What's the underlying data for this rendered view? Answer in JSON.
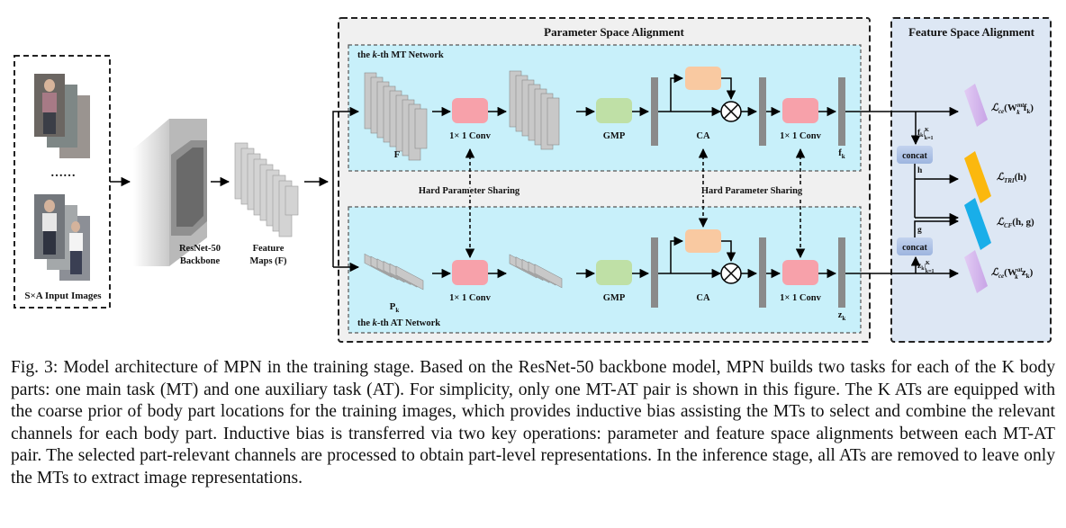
{
  "input": {
    "label": "S×A  Input Images",
    "dots": "……"
  },
  "backbone": {
    "line1": "ResNet-50",
    "line2": "Backbone"
  },
  "feature_maps": {
    "line1": "Feature",
    "line2": "Maps (F)"
  },
  "psa": {
    "title": "Parameter Space Alignment"
  },
  "fsa": {
    "title": "Feature Space Alignment"
  },
  "mt": {
    "network_prefix": "the ",
    "network_k": "k",
    "network_suffix": "-th MT Network",
    "F_label": "F",
    "conv1": "1× 1 Conv",
    "gmp": "GMP",
    "ca": "CA",
    "conv2": "1× 1 Conv",
    "out_base": "f",
    "out_sub": "k"
  },
  "at": {
    "network_prefix": "the ",
    "network_k": "k",
    "network_suffix": "-th AT Network",
    "P_base": "P",
    "P_sub": "k",
    "conv1": "1× 1 Conv",
    "gmp": "GMP",
    "ca": "CA",
    "conv2": "1× 1 Conv",
    "out_base": "z",
    "out_sub": "k"
  },
  "sharing": {
    "left": "Hard Parameter Sharing",
    "right": "Hard Parameter Sharing"
  },
  "fsa_nodes": {
    "concat_top": "concat",
    "concat_bottom": "concat",
    "h": "h",
    "g": "g",
    "fk_set_base": "f",
    "fk_set_sub": "k",
    "fk_set_sup": "K",
    "fk_set_lower": "k=1",
    "zk_set_base": "z",
    "zk_set_sub": "k",
    "zk_set_sup": "K",
    "zk_set_lower": "k=1"
  },
  "losses": {
    "ce_mt": {
      "L": "ℒ",
      "sub": "ce",
      "arg_pre": "(W",
      "arg_sup": "mt",
      "arg_sub": "k",
      "arg_var": "f",
      "arg_var_sub": "k",
      "arg_post": ")"
    },
    "tri": {
      "L": "ℒ",
      "sub": "TRI",
      "arg": "(h)"
    },
    "cf": {
      "L": "ℒ",
      "sub": "CF",
      "arg": "(h, g)"
    },
    "ce_at": {
      "L": "ℒ",
      "sub": "ce",
      "arg_pre": "(W",
      "arg_sup": "at",
      "arg_sub": "k",
      "arg_var": "z",
      "arg_var_sub": "k",
      "arg_post": ")"
    }
  },
  "colors": {
    "network_bg": "#c8f0fa",
    "outer_bg": "#f0f0f0",
    "fsa_bg": "#dde7f4",
    "conv": "#f7a1aa",
    "gmp": "#bfe0a6",
    "ca": "#f9c9a1",
    "concat": "#a9bfe3",
    "loss_ce": "#d2b2ec",
    "loss_tri": "#fbb80e",
    "loss_cf": "#19aee9"
  },
  "caption": "Fig. 3: Model architecture of MPN in the training stage. Based on the ResNet-50 backbone model, MPN builds two tasks for each of the K body parts: one main task (MT) and one auxiliary task (AT). For simplicity, only one MT-AT pair is shown in this figure. The K ATs are equipped with the coarse prior of body part locations for the training images, which provides inductive bias assisting the MTs to select and combine the relevant channels for each body part. Inductive bias is transferred via two key operations: parameter and feature space alignments between each MT-AT pair. The selected part-relevant channels are processed to obtain part-level representations. In the inference stage, all ATs are removed to leave only the MTs to extract image representations."
}
